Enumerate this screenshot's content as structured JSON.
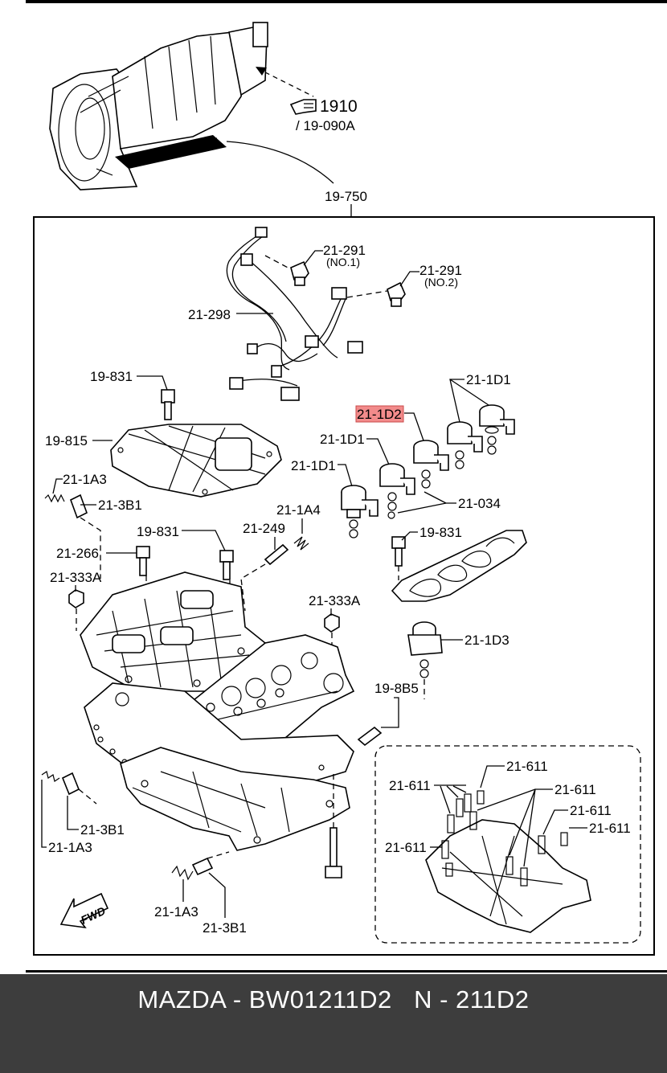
{
  "diagram": {
    "labels": {
      "ref_1910": "1910",
      "ref_19_090a": "/ 19-090A",
      "lbl_19_750": "19-750",
      "lbl_21_291_1": "21-291",
      "lbl_no1": "(NO.1)",
      "lbl_21_291_2": "21-291",
      "lbl_no2": "(NO.2)",
      "lbl_21_298": "21-298",
      "lbl_19_831_a": "19-831",
      "lbl_21_1d1_a": "21-1D1",
      "lbl_21_1d2": "21-1D2",
      "lbl_19_815": "19-815",
      "lbl_21_1d1_b": "21-1D1",
      "lbl_21_1d1_c": "21-1D1",
      "lbl_21_1a3_a": "21-1A3",
      "lbl_21_3b1_a": "21-3B1",
      "lbl_21_034": "21-034",
      "lbl_21_1a4": "21-1A4",
      "lbl_19_831_b": "19-831",
      "lbl_21_249": "21-249",
      "lbl_19_831_c": "19-831",
      "lbl_21_266": "21-266",
      "lbl_21_333a_a": "21-333A",
      "lbl_21_333a_b": "21-333A",
      "lbl_21_1d3": "21-1D3",
      "lbl_19_8b5": "19-8B5",
      "lbl_21_611_a": "21-611",
      "lbl_21_611_b": "21-611",
      "lbl_21_611_c": "21-611",
      "lbl_21_611_d": "21-611",
      "lbl_21_611_e": "21-611",
      "lbl_21_611_f": "21-611",
      "lbl_21_3b1_b": "21-3B1",
      "lbl_21_1a3_b": "21-1A3",
      "lbl_21_1a3_c": "21-1A3",
      "lbl_21_3b1_c": "21-3B1",
      "fwd": "FWD"
    },
    "highlight_color": "#f28b8b"
  },
  "footer": {
    "title": "MAZDA - BW01211D2   N - 211D2",
    "background_color": "#3d3d3d"
  }
}
